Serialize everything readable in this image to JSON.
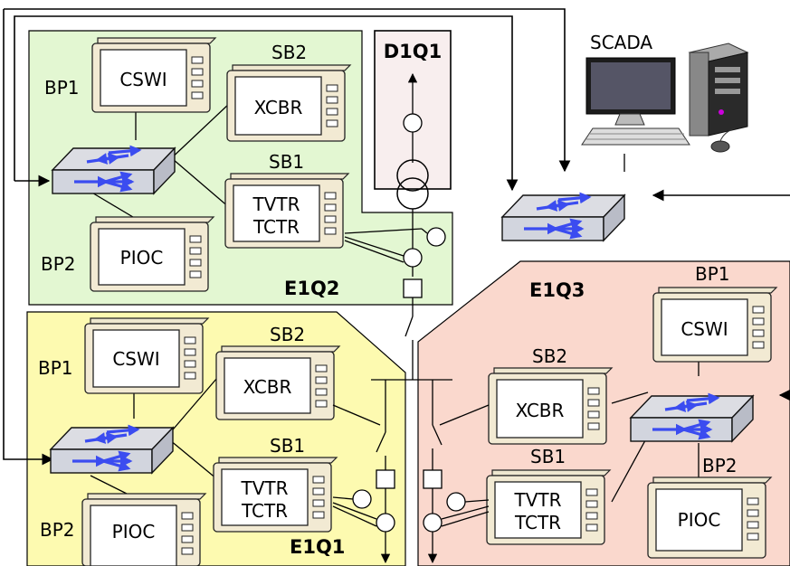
{
  "zones": {
    "e1q2": {
      "label": "E1Q2",
      "color": "#e3f7d2"
    },
    "e1q1": {
      "label": "E1Q1",
      "color": "#fdfab0"
    },
    "e1q3": {
      "label": "E1Q3",
      "color": "#fad8cd"
    },
    "d1q1": {
      "label": "D1Q1",
      "color": "#f8eeee"
    }
  },
  "scada": {
    "label": "SCADA"
  },
  "e1q2": {
    "bp1": {
      "label": "BP1",
      "device": "CSWI"
    },
    "sb2": {
      "label": "SB2",
      "device": "XCBR"
    },
    "sb1": {
      "label": "SB1",
      "device_line1": "TVTR",
      "device_line2": "TCTR"
    },
    "bp2": {
      "label": "BP2",
      "device": "PIOC"
    }
  },
  "e1q1": {
    "bp1": {
      "label": "BP1",
      "device": "CSWI"
    },
    "sb2": {
      "label": "SB2",
      "device": "XCBR"
    },
    "sb1": {
      "label": "SB1",
      "device_line1": "TVTR",
      "device_line2": "TCTR"
    },
    "bp2": {
      "label": "BP2",
      "device": "PIOC"
    }
  },
  "e1q3": {
    "bp1": {
      "label": "BP1",
      "device": "CSWI"
    },
    "sb2": {
      "label": "SB2",
      "device": "XCBR"
    },
    "sb1": {
      "label": "SB1",
      "device_line1": "TVTR",
      "device_line2": "TCTR"
    },
    "bp2": {
      "label": "BP2",
      "device": "PIOC"
    }
  },
  "colors": {
    "device_body": "#f2ead3",
    "switch_top": "#dcdde3",
    "switch_front": "#d2d5de",
    "arrow_blue": "#3b4cf0"
  }
}
